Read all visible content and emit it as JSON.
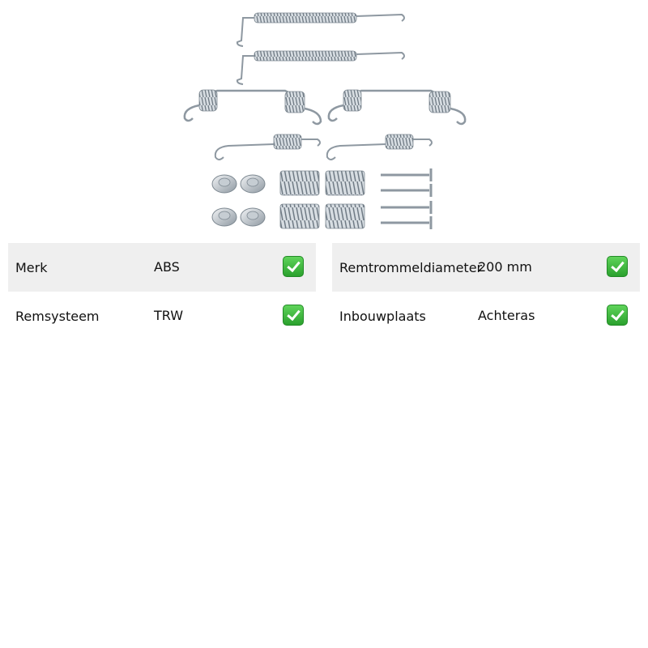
{
  "product": {
    "image_icon": "brake-shoe-fitting-kit-image"
  },
  "specs_left": [
    {
      "label": "Merk",
      "value": "ABS",
      "status_icon": "check-mark-icon"
    },
    {
      "label": "Remsysteem",
      "value": "TRW",
      "status_icon": "check-mark-icon"
    }
  ],
  "specs_right": [
    {
      "label": "Remtrommeldiameter",
      "value": "200 mm",
      "status_icon": "check-mark-icon"
    },
    {
      "label": "Inbouwplaats",
      "value": "Achteras",
      "status_icon": "check-mark-icon"
    }
  ],
  "colors": {
    "row_shade": "#efefef",
    "check_green": "#2aa12d",
    "metal": "#9aa4ad"
  }
}
